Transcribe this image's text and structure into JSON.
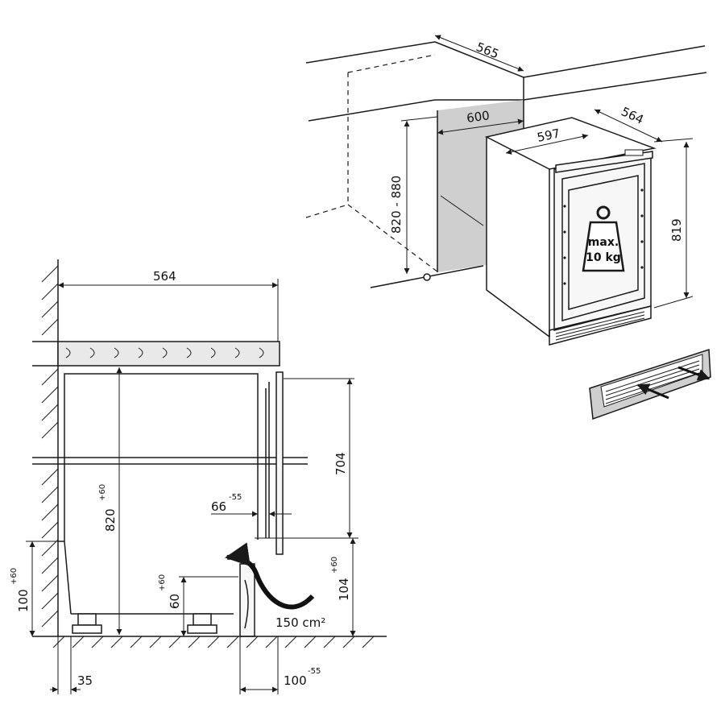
{
  "dimensions": {
    "niche_depth": "565",
    "niche_width": "600",
    "niche_height": "820 - 880",
    "appliance_width": "597",
    "appliance_depth": "564",
    "appliance_height": "819",
    "section_depth": "564",
    "inner_height": "820",
    "inner_height_sup": "+60",
    "door_height": "704",
    "gap": "66",
    "gap_sup": "-55",
    "plinth_left": "100",
    "plinth_left_sup": "+60",
    "foot_height": "60",
    "foot_height_sup": "+60",
    "plinth_right": "104",
    "plinth_right_sup": "+60",
    "wall_offset": "35",
    "vent_depth": "100",
    "vent_depth_sup": "-55",
    "vent_area": "150 cm²"
  },
  "load": {
    "line1": "max.",
    "line2": "10 kg"
  }
}
